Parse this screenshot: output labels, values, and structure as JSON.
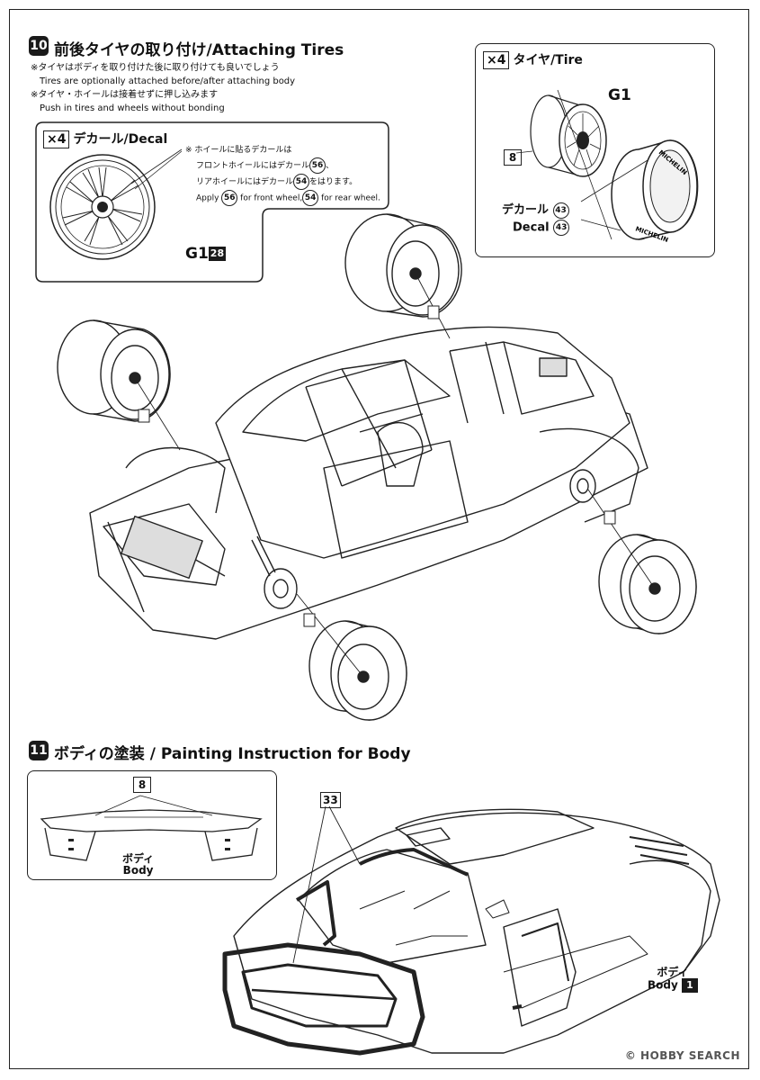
{
  "step10": {
    "number": "10",
    "title": "前後タイヤの取り付け/Attaching Tires",
    "note1_jp": "※タイヤはボディを取り付けた後に取り付けても良いでしょう",
    "note1_en": "Tires are optionally attached before/after attaching body",
    "note2_jp": "※タイヤ・ホイールは接着せずに押し込みます",
    "note2_en": "Push in tires and wheels without bonding",
    "decal_panel": {
      "multiplier": "×4",
      "title": "デカール/Decal",
      "note_line1": "※ ホイールに貼るデカールは",
      "note_line2_pre": "フロントホイールにはデカール",
      "note_line2_num": "56",
      "note_line2_post": "、",
      "note_line3_pre": "リアホイールにはデカール",
      "note_line3_num": "54",
      "note_line3_post": "をはります。",
      "note_line4_pre": "Apply",
      "note_line4_num1": "56",
      "note_line4_mid": "for front wheel,",
      "note_line4_num2": "54",
      "note_line4_post": "for rear wheel.",
      "part_label": "G1",
      "part_num": "28"
    },
    "tire_panel": {
      "multiplier": "×4",
      "title": "タイヤ/Tire",
      "part_label": "G1",
      "part_num": "8",
      "decal_jp": "デカール",
      "decal_en": "Decal",
      "decal_num": "43",
      "tire_brand": "MICHELIN"
    }
  },
  "step11": {
    "number": "11",
    "title": "ボディの塗装 / Painting Instruction for Body",
    "left_panel": {
      "part_num": "8",
      "label_jp": "ボディ",
      "label_en": "Body"
    },
    "main": {
      "part_num": "33",
      "label_jp": "ボディ",
      "label_en": "Body",
      "body_num": "1"
    }
  },
  "watermark": "© HOBBY SEARCH"
}
